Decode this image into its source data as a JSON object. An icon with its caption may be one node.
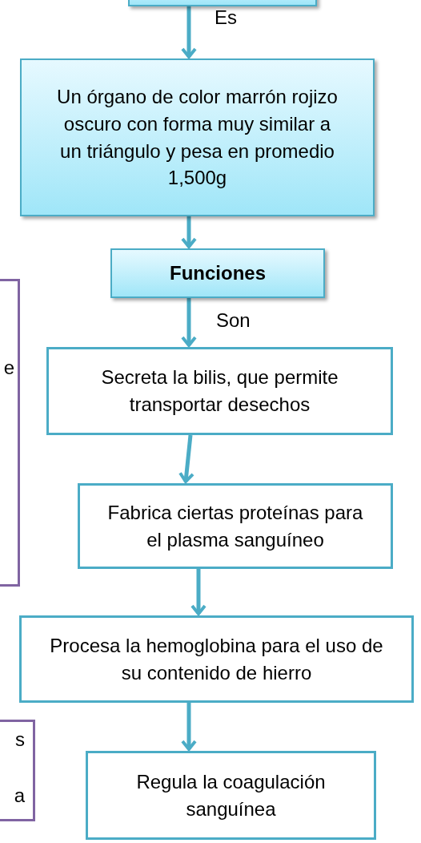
{
  "diagram": {
    "nodes": [
      {
        "text": [],
        "shape": "box"
      },
      {
        "text": [
          "Un órgano de color marrón rojizo oscuro con forma muy similar a un triángulo y pesa en promedio 1,500g"
        ]
      },
      {
        "text": [
          "Funciones"
        ]
      },
      {
        "text": [
          "Secreta la bilis, que permite transportar desechos"
        ]
      },
      {
        "text": [
          "Fabrica ciertas proteínas para el plasma sanguíneo"
        ]
      },
      {
        "text": [
          "Procesa la hemoglobina para el uso de su contenido de hierro"
        ]
      },
      {
        "text": [
          "Regula la coagulación sanguínea"
        ]
      },
      {
        "text": [
          "e"
        ]
      },
      {
        "text": [
          "s",
          "a"
        ]
      }
    ],
    "edges": [
      {
        "from": 0,
        "to": 1,
        "arrow": "to",
        "label": "Es"
      },
      {
        "from": 1,
        "to": 2,
        "arrow": "to"
      },
      {
        "from": 2,
        "to": 3,
        "arrow": "to",
        "label": "Son"
      },
      {
        "from": 3,
        "to": 4,
        "arrow": "to"
      },
      {
        "from": 4,
        "to": 5,
        "arrow": "to"
      },
      {
        "from": 5,
        "to": 6,
        "arrow": "to"
      }
    ]
  }
}
